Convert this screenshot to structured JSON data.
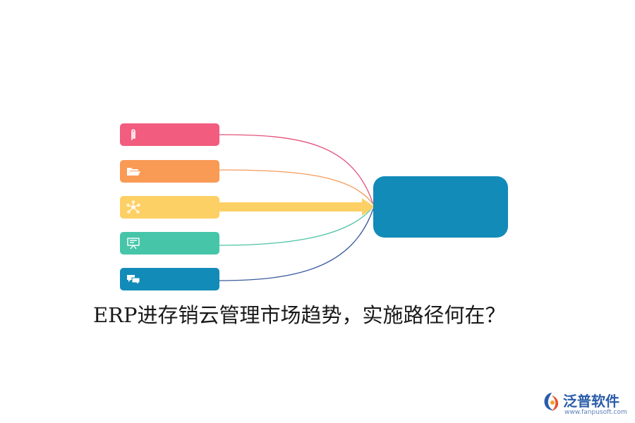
{
  "diagram": {
    "title": "ERP进存销云管理市场趋势，实施路径何在？",
    "nodes": [
      {
        "icon": "paperclip-icon",
        "color": "#f25c7e"
      },
      {
        "icon": "folder-icon",
        "color": "#f99a55"
      },
      {
        "icon": "network-icon",
        "color": "#fdd065"
      },
      {
        "icon": "presentation-icon",
        "color": "#46c5a9"
      },
      {
        "icon": "chat-icon",
        "color": "#128bb8"
      }
    ],
    "hub": {
      "color": "#128bb8"
    },
    "connector_colors": [
      "#e4517a",
      "#f49a5a",
      "#fdd065",
      "#4fc2a4",
      "#3a5a9c"
    ]
  },
  "logo": {
    "name": "泛普软件",
    "url": "www.fanpusoft.com",
    "color": "#2a5caa"
  }
}
